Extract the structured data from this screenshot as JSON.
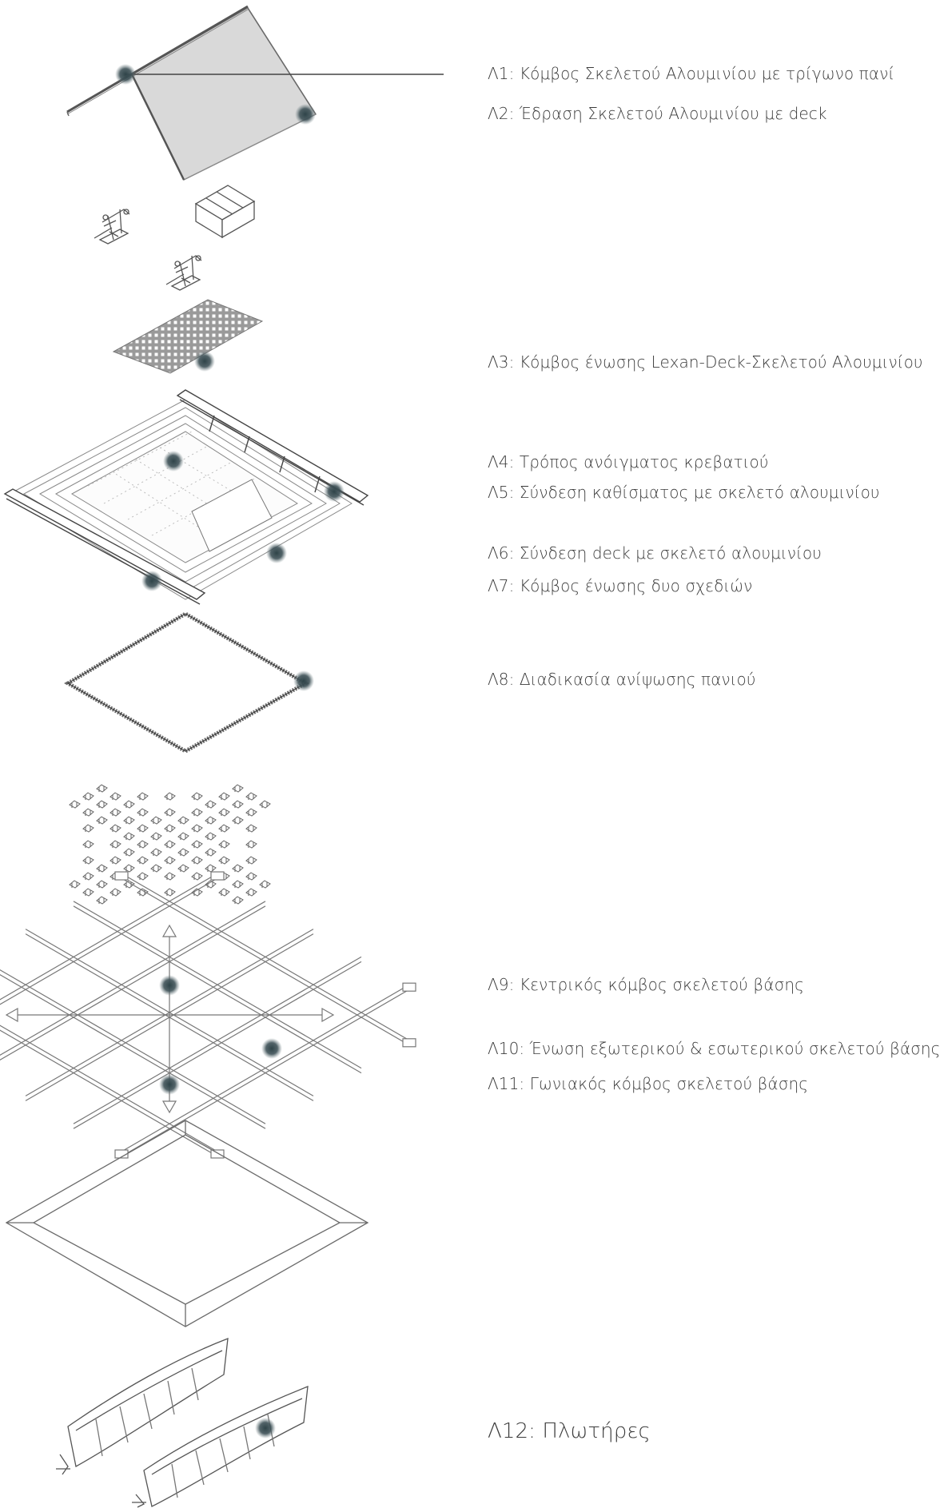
{
  "labels": [
    {
      "id": "L1",
      "text": "Λ1: Κόμβος Σκελετού Αλουμινίου με τρίγωνο πανί"
    },
    {
      "id": "L2",
      "text": "Λ2: Έδραση Σκελετού Αλουμινίου με deck"
    },
    {
      "id": "L3",
      "text": "Λ3: Κόμβος ένωσης Lexan-Deck-Σκελετού Αλουμινίου"
    },
    {
      "id": "L4",
      "text": "Λ4: Τρόπος ανόιγματος κρεβατιού"
    },
    {
      "id": "L5",
      "text": "Λ5: Σύνδεση καθίσματος με σκελετό αλουμινίου"
    },
    {
      "id": "L6",
      "text": "Λ6: Σύνδεση deck με σκελετό αλουμινίου"
    },
    {
      "id": "L7",
      "text": "Λ7: Κόμβος ένωσης δυο σχεδιών"
    },
    {
      "id": "L8",
      "text": "Λ8: Διαδικασία ανίψωσης πανιού"
    },
    {
      "id": "L9",
      "text": "Λ9: Κεντρικός κόμβος σκελετού βάσης"
    },
    {
      "id": "L10",
      "text": "Λ10: Ένωση εξωτερικού & εσωτερικού σκελετού βάσης"
    },
    {
      "id": "L11",
      "text": "Λ11: Γωνιακός κόμβος σκελετού βάσης"
    },
    {
      "id": "L12",
      "text": "Λ12: Πλωτήρες"
    }
  ],
  "colors": {
    "marker": "#3f5258",
    "line": "#555555",
    "sheet": "#d9d9d9",
    "mesh": "#8a8a8a",
    "stroke": "#6a6a6a"
  }
}
